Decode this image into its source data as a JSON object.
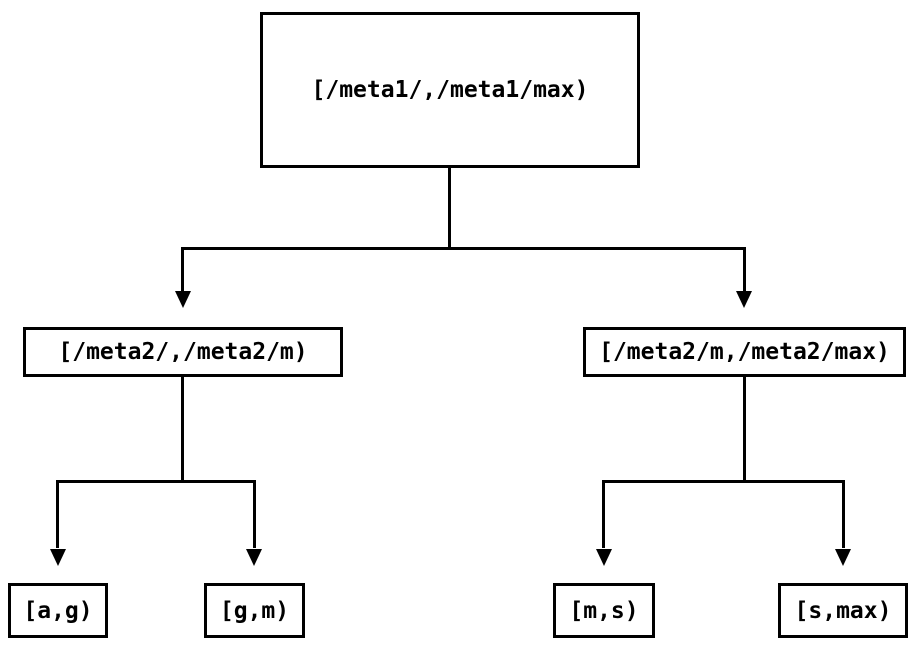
{
  "diagram": {
    "type": "tree",
    "background_color": "#ffffff",
    "line_color": "#000000",
    "nodes": {
      "root": {
        "label": "[/meta1/,/meta1/max)"
      },
      "l2_left": {
        "label": "[/meta2/,/meta2/m)"
      },
      "l2_right": {
        "label": "[/meta2/m,/meta2/max)"
      },
      "leaf_ag": {
        "label": "[a,g)"
      },
      "leaf_gm": {
        "label": "[g,m)"
      },
      "leaf_ms": {
        "label": "[m,s)"
      },
      "leaf_smax": {
        "label": "[s,max)"
      }
    },
    "edges": [
      {
        "from": "root",
        "to": "l2_left"
      },
      {
        "from": "root",
        "to": "l2_right"
      },
      {
        "from": "l2_left",
        "to": "leaf_ag"
      },
      {
        "from": "l2_left",
        "to": "leaf_gm"
      },
      {
        "from": "l2_right",
        "to": "leaf_ms"
      },
      {
        "from": "l2_right",
        "to": "leaf_smax"
      }
    ]
  }
}
